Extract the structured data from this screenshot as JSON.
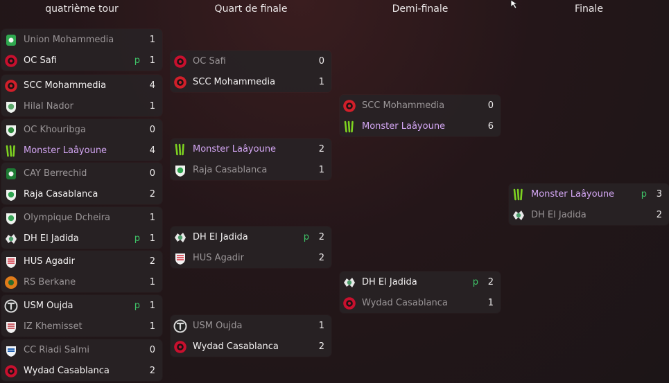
{
  "rounds": [
    {
      "title": "quatrième tour"
    },
    {
      "title": "Quart de finale"
    },
    {
      "title": "Demi-finale"
    },
    {
      "title": "Finale"
    }
  ],
  "pen_marker": "p",
  "matches": {
    "r16": [
      {
        "home": {
          "name": "Union Mohammedia",
          "score": "1",
          "status": "loser",
          "crest": "union-mohammedia"
        },
        "away": {
          "name": "OC Safi",
          "score": "1",
          "status": "winner",
          "pen": true,
          "crest": "oc-safi"
        }
      },
      {
        "home": {
          "name": "SCC Mohammedia",
          "score": "4",
          "status": "winner",
          "crest": "scc-mohammedia"
        },
        "away": {
          "name": "Hilal Nador",
          "score": "1",
          "status": "loser",
          "crest": "hilal-nador"
        }
      },
      {
        "home": {
          "name": "OC Khouribga",
          "score": "0",
          "status": "loser",
          "crest": "oc-khouribga"
        },
        "away": {
          "name": "Monster Laâyoune",
          "score": "4",
          "status": "highlight",
          "crest": "monster"
        }
      },
      {
        "home": {
          "name": "CAY Berrechid",
          "score": "0",
          "status": "loser",
          "crest": "cay-berrechid"
        },
        "away": {
          "name": "Raja Casablanca",
          "score": "2",
          "status": "winner",
          "crest": "raja"
        }
      },
      {
        "home": {
          "name": "Olympique Dcheira",
          "score": "1",
          "status": "loser",
          "crest": "olympique-dcheira"
        },
        "away": {
          "name": "DH El Jadida",
          "score": "1",
          "status": "winner",
          "pen": true,
          "crest": "dh-el-jadida"
        }
      },
      {
        "home": {
          "name": "HUS Agadir",
          "score": "2",
          "status": "winner",
          "crest": "hus-agadir"
        },
        "away": {
          "name": "RS Berkane",
          "score": "1",
          "status": "loser",
          "crest": "rs-berkane"
        }
      },
      {
        "home": {
          "name": "USM Oujda",
          "score": "1",
          "status": "winner",
          "pen": true,
          "crest": "usm-oujda"
        },
        "away": {
          "name": "IZ Khemisset",
          "score": "1",
          "status": "loser",
          "crest": "iz-khemisset"
        }
      },
      {
        "home": {
          "name": "CC Riadi Salmi",
          "score": "0",
          "status": "loser",
          "crest": "cc-riadi-salmi"
        },
        "away": {
          "name": "Wydad Casablanca",
          "score": "2",
          "status": "winner",
          "crest": "wydad"
        }
      }
    ],
    "qf": [
      {
        "home": {
          "name": "OC Safi",
          "score": "0",
          "status": "loser",
          "crest": "oc-safi"
        },
        "away": {
          "name": "SCC Mohammedia",
          "score": "1",
          "status": "winner",
          "crest": "scc-mohammedia"
        }
      },
      {
        "home": {
          "name": "Monster Laâyoune",
          "score": "2",
          "status": "highlight",
          "crest": "monster"
        },
        "away": {
          "name": "Raja Casablanca",
          "score": "1",
          "status": "loser",
          "crest": "raja"
        }
      },
      {
        "home": {
          "name": "DH El Jadida",
          "score": "2",
          "status": "winner",
          "pen": true,
          "crest": "dh-el-jadida"
        },
        "away": {
          "name": "HUS Agadir",
          "score": "2",
          "status": "loser",
          "crest": "hus-agadir"
        }
      },
      {
        "home": {
          "name": "USM Oujda",
          "score": "1",
          "status": "loser",
          "crest": "usm-oujda"
        },
        "away": {
          "name": "Wydad Casablanca",
          "score": "2",
          "status": "winner",
          "crest": "wydad"
        }
      }
    ],
    "sf": [
      {
        "home": {
          "name": "SCC Mohammedia",
          "score": "0",
          "status": "loser",
          "crest": "scc-mohammedia"
        },
        "away": {
          "name": "Monster Laâyoune",
          "score": "6",
          "status": "highlight",
          "crest": "monster"
        }
      },
      {
        "home": {
          "name": "DH El Jadida",
          "score": "2",
          "status": "winner",
          "pen": true,
          "crest": "dh-el-jadida"
        },
        "away": {
          "name": "Wydad Casablanca",
          "score": "1",
          "status": "loser",
          "crest": "wydad"
        }
      }
    ],
    "final": [
      {
        "home": {
          "name": "Monster Laâyoune",
          "score": "3",
          "status": "highlight",
          "pen": true,
          "crest": "monster"
        },
        "away": {
          "name": "DH El Jadida",
          "score": "2",
          "status": "loser",
          "crest": "dh-el-jadida"
        }
      }
    ]
  },
  "crest_colors": {
    "union-mohammedia": "#2fa84f",
    "oc-safi": "#c8102e",
    "scc-mohammedia": "#d11f2a",
    "hilal-nador": "#5aa86a",
    "oc-khouribga": "#2e8b3e",
    "monster": "#7ed321",
    "cay-berrechid": "#1e7a34",
    "raja": "#2ea44f",
    "olympique-dcheira": "#3aa75a",
    "dh-el-jadida": "#4a9e6a",
    "hus-agadir": "#d52b3a",
    "rs-berkane": "#e07b1a",
    "usm-oujda": "#d9d9d9",
    "iz-khemisset": "#c0303a",
    "cc-riadi-salmi": "#1e5fb0",
    "wydad": "#c8102e"
  }
}
